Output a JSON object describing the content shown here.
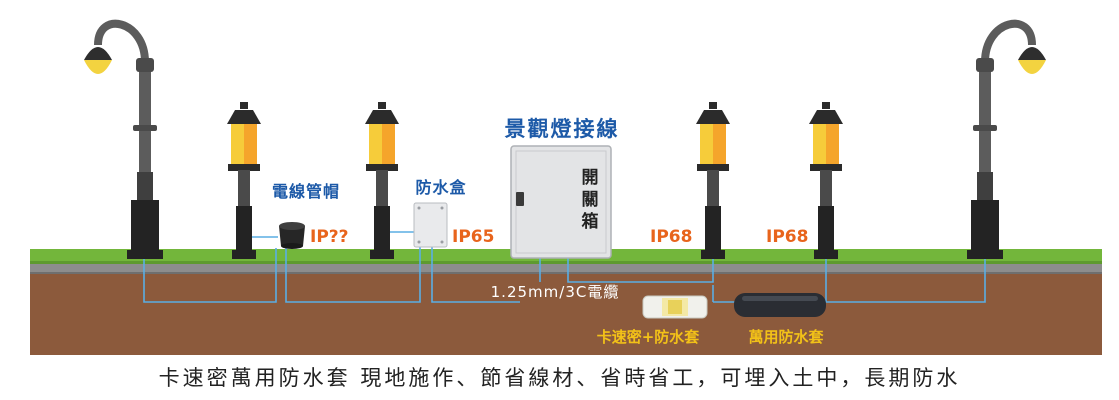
{
  "labels": {
    "main_title": "景觀燈接線",
    "wire_cap": "電線管帽",
    "waterproof_box": "防水盒",
    "switch_box": [
      "開",
      "關",
      "箱"
    ],
    "ip_cap": "IP??",
    "ip_box": "IP65",
    "ip68_left": "IP68",
    "ip68_right": "IP68",
    "cable": "1.25mm/3C電纜",
    "kasumi_sleeve": "卡速密+防水套",
    "universal_sleeve": "萬用防水套",
    "caption": "卡速密萬用防水套 現地施作、節省線材、省時省工，可埋入土中，長期防水"
  },
  "colors": {
    "title_blue": "#1d5aa8",
    "ip_orange": "#e8641c",
    "sleeve_yellow": "#f2c118",
    "grass": "#73b63b",
    "soil": "#8c5a3c",
    "road": "#8d8d8d",
    "wire": "#5aaee4"
  },
  "icons": [
    "street-lamp-icon",
    "garden-lamp-icon",
    "wire-cap-icon",
    "waterproof-box-icon",
    "switch-box-icon",
    "connector-icon",
    "waterproof-sleeve-icon"
  ]
}
